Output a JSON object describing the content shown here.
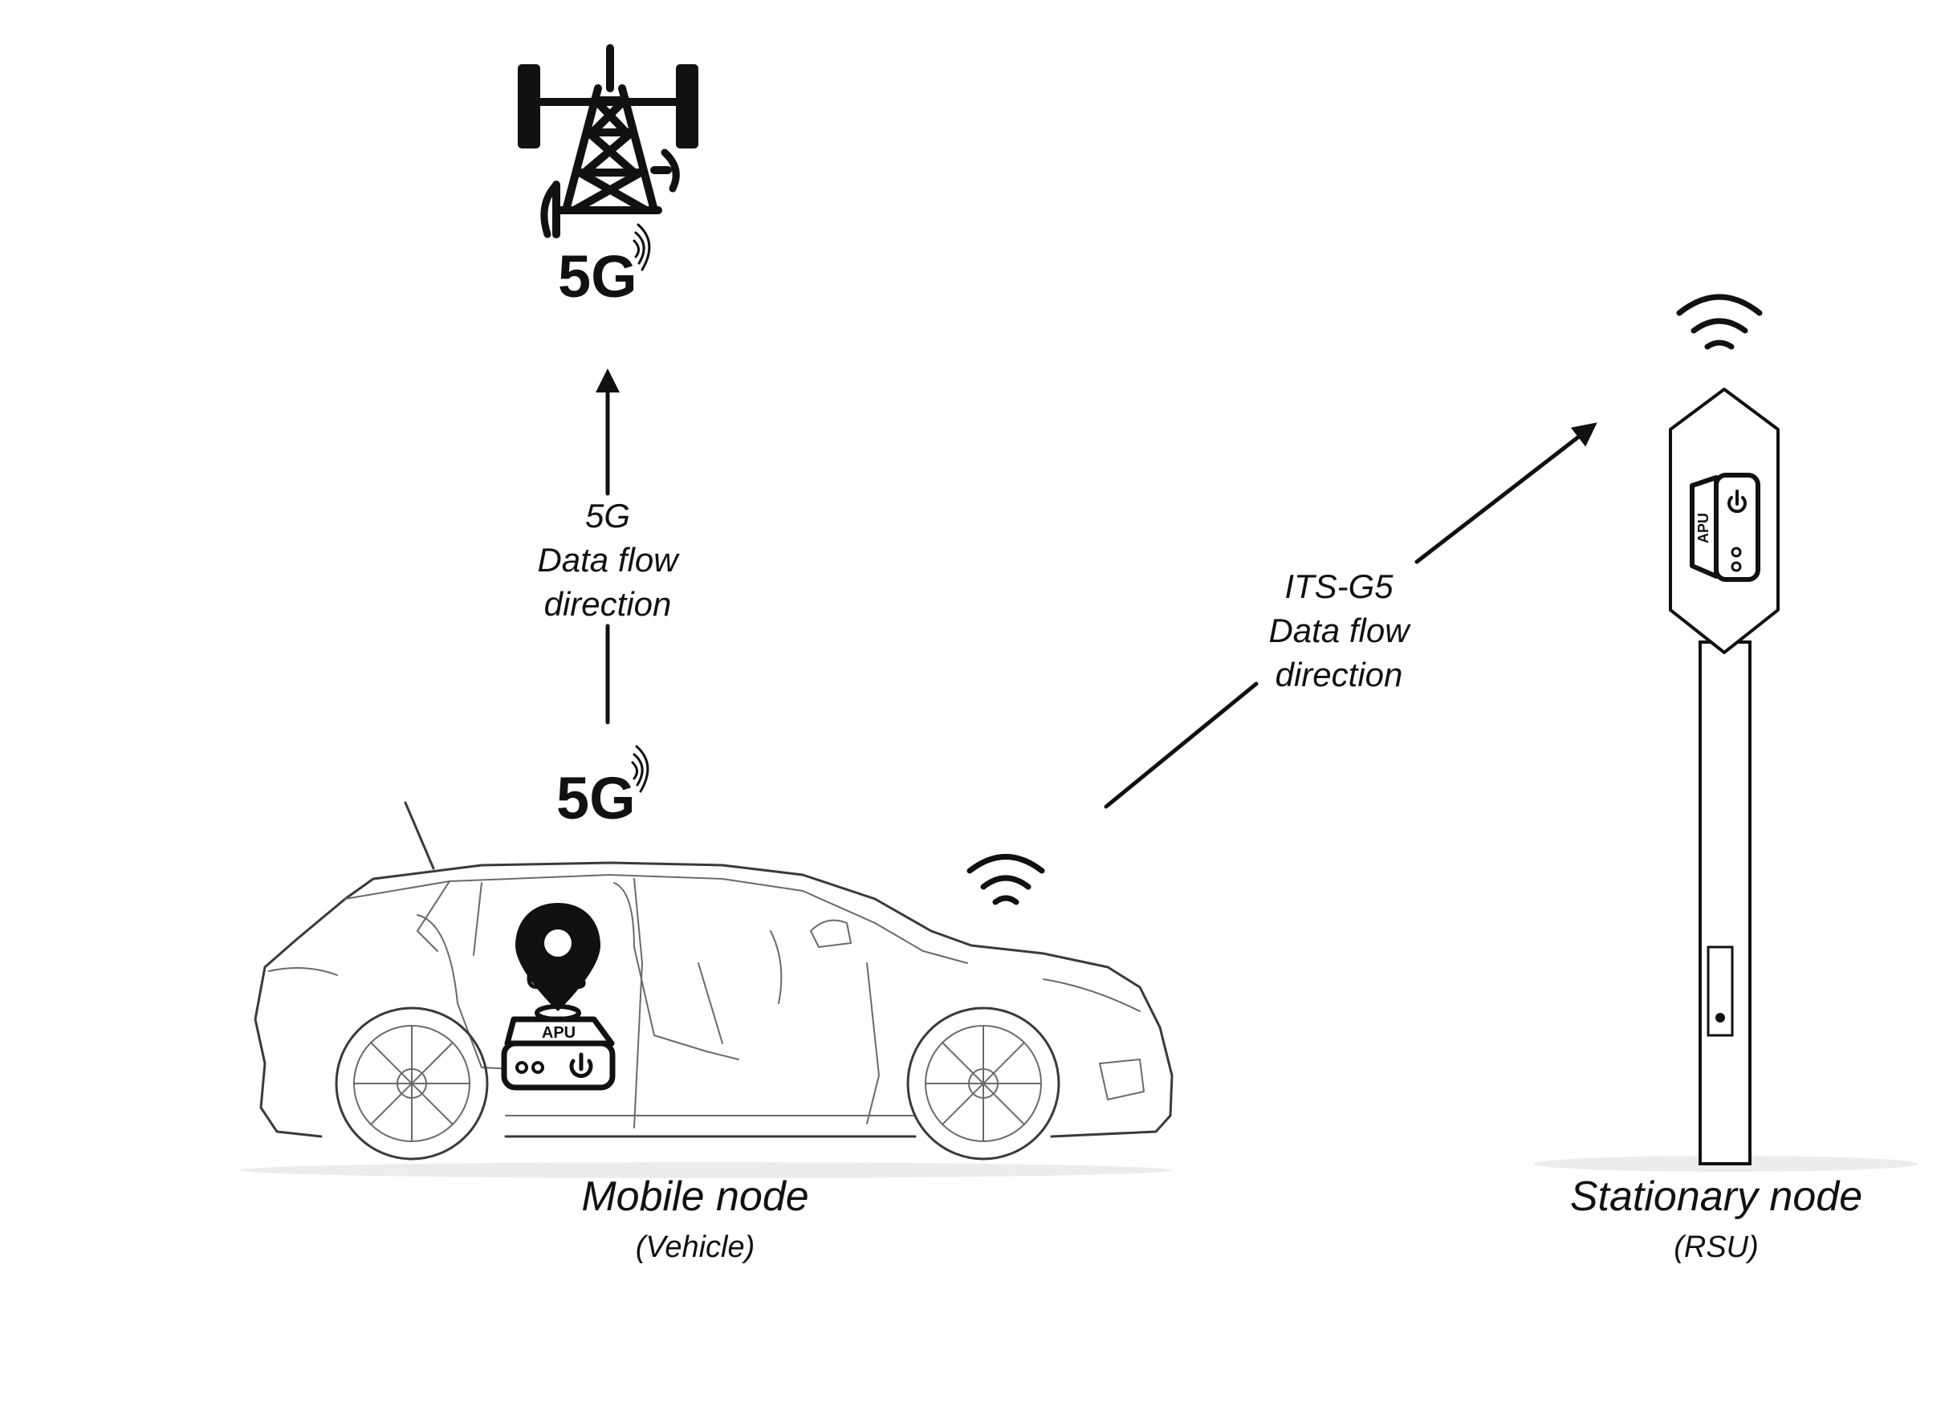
{
  "cell_tower": {
    "label": "5G",
    "icon": "cell-tower-icon"
  },
  "vehicle_5g": {
    "label": "5G",
    "icon": "signal-waves-icon"
  },
  "flow_5g": {
    "line1": "5G",
    "line2": "Data flow",
    "line3": "direction"
  },
  "flow_itsg5": {
    "line1": "ITS-G5",
    "line2": "Data flow",
    "line3": "direction"
  },
  "gps": {
    "label": "GPS",
    "icon": "location-pin-icon"
  },
  "vehicle_apu": {
    "label": "APU",
    "icon": "apu-device-icon"
  },
  "rsu_apu": {
    "label": "APU",
    "icon": "apu-device-icon"
  },
  "mobile_node": {
    "title": "Mobile node",
    "subtitle": "(Vehicle)"
  },
  "stationary_node": {
    "title": "Stationary node",
    "subtitle": "(RSU)"
  },
  "wifi_icon": "wifi-icon",
  "power_icon": "power-icon",
  "colors": {
    "ink": "#111111",
    "car_line": "#3a3a3a",
    "ground": "#e8e8e8"
  }
}
